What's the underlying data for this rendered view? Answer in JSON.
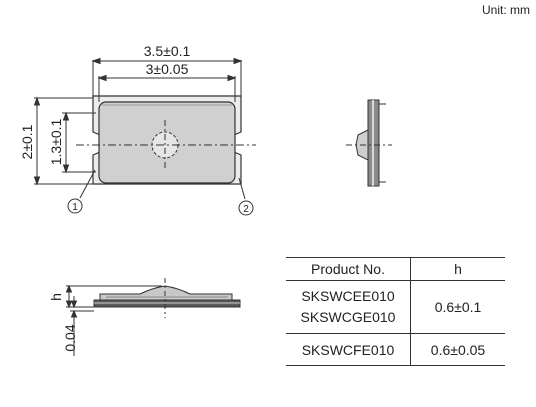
{
  "unit_label": "Unit: mm",
  "dimensions": {
    "outer_width": "3.5±0.1",
    "inner_width": "3±0.05",
    "outer_height": "2±0.1",
    "inner_height": "1.3±0.1",
    "height_h": "h",
    "base_thickness": "0.04"
  },
  "terminals": [
    "1",
    "2"
  ],
  "table": {
    "headers": [
      "Product No.",
      "h"
    ],
    "rows": [
      {
        "products": [
          "SKSWCEE010",
          "SKSWCGE010"
        ],
        "h": "0.6±0.1"
      },
      {
        "products": [
          "SKSWCFE010"
        ],
        "h": "0.6±0.05"
      }
    ]
  },
  "colors": {
    "line": "#333333",
    "body_fill": "#d4d4d4",
    "dark": "#555555"
  }
}
